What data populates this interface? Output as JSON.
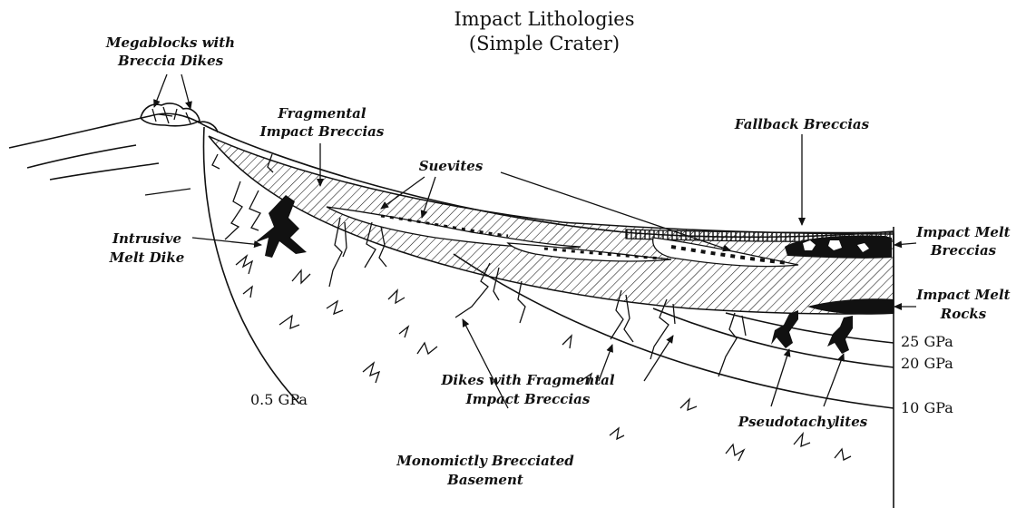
{
  "title": {
    "line1": "Impact Lithologies",
    "line2": "(Simple Crater)"
  },
  "labels": {
    "megablocks_1": "Megablocks with",
    "megablocks_2": "Breccia Dikes",
    "fragmental_1": "Fragmental",
    "fragmental_2": "Impact Breccias",
    "fallback": "Fallback Breccias",
    "suevites": "Suevites",
    "intrusive_1": "Intrusive",
    "intrusive_2": "Melt Dike",
    "melt_breccias_1": "Impact Melt",
    "melt_breccias_2": "Breccias",
    "melt_rocks_1": "Impact Melt",
    "melt_rocks_2": "Rocks",
    "dikes_1": "Dikes with Fragmental",
    "dikes_2": "Impact Breccias",
    "pseudo": "Pseudotachylites",
    "basement_1": "Monomictly Brecciated",
    "basement_2": "Basement"
  },
  "pressure_labels": {
    "p25": "25 GPa",
    "p20": "20 GPa",
    "p10": "10 GPa",
    "p05": "0.5 GPa"
  }
}
